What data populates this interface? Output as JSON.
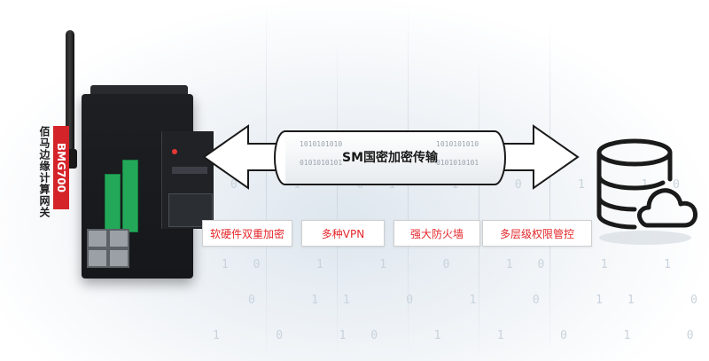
{
  "device": {
    "model": "BMG700",
    "description": "佰马边缘计算网关"
  },
  "tube": {
    "label": "SM国密加密传输",
    "binary_rows": [
      "1010101010",
      "0101010101"
    ]
  },
  "features": [
    {
      "label": "软硬件双重加密"
    },
    {
      "label": "多种VPN"
    },
    {
      "label": "强大防火墙"
    },
    {
      "label": "多层级权限管控"
    }
  ],
  "colors": {
    "accent_red": "#e4262a",
    "tag_red": "#d5232a",
    "terminal_green": "#23a85a",
    "icon_dark": "#1a1a1a"
  },
  "icons": {
    "server": "database-cloud-icon"
  }
}
